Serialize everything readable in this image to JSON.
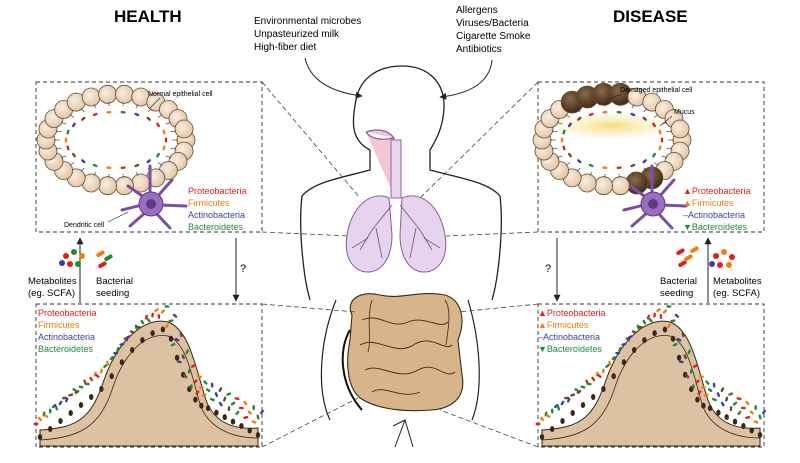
{
  "headers": {
    "health": "HEALTH",
    "disease": "DISEASE"
  },
  "health_factors": [
    "Environmental microbes",
    "Unpasteurized milk",
    "High-fiber diet"
  ],
  "disease_factors": [
    "Allergens",
    "Viruses/Bacteria",
    "Cigarette Smoke",
    "Antibiotics"
  ],
  "lung_health": {
    "cell_label": "Normal epithelial cell",
    "dendritic_label": "Dendritic cell",
    "taxa": [
      {
        "name": "Proteobacteria",
        "color": "#e0201b"
      },
      {
        "name": "Firmicutes",
        "color": "#f07d10"
      },
      {
        "name": "Actinobacteria",
        "color": "#3a3fa8"
      },
      {
        "name": "Bacteroidetes",
        "color": "#1f8a3a"
      }
    ]
  },
  "lung_disease": {
    "cell_label": "Damaged epithelial cell",
    "mucus_label": "Mucus",
    "taxa": [
      {
        "name": "Proteobacteria",
        "marker": "▲",
        "color": "#e0201b"
      },
      {
        "name": "Firmicutes",
        "marker": "▲",
        "color": "#f07d10"
      },
      {
        "name": "Actinobacteria",
        "marker": "–",
        "color": "#3a3fa8"
      },
      {
        "name": "Bacteroidetes",
        "marker": "▼",
        "color": "#1f8a3a"
      }
    ]
  },
  "gut_health": {
    "taxa": [
      {
        "name": "Proteobacteria",
        "color": "#e0201b"
      },
      {
        "name": "Firmicutes",
        "color": "#f07d10"
      },
      {
        "name": "Actinobacteria",
        "color": "#3a3fa8"
      },
      {
        "name": "Bacteroidetes",
        "color": "#1f8a3a"
      }
    ]
  },
  "gut_disease": {
    "taxa": [
      {
        "name": "Proteobacteria",
        "marker": "▲",
        "color": "#e0201b"
      },
      {
        "name": "Firmicutes",
        "marker": "▲",
        "color": "#f07d10"
      },
      {
        "name": "Actinobacteria",
        "marker": "–",
        "color": "#3a3fa8"
      },
      {
        "name": "Bacteroidetes",
        "marker": "▼",
        "color": "#1f8a3a"
      }
    ]
  },
  "left_axis": {
    "metabolites": [
      "Metabolites",
      "(eg. SCFA)"
    ],
    "seeding": [
      "Bacterial",
      "seeding"
    ],
    "question": "?"
  },
  "right_axis": {
    "metabolites": [
      "Metabolites",
      "(eg. SCFA)"
    ],
    "seeding": [
      "Bacterial",
      "seeding"
    ],
    "question": "?"
  }
}
